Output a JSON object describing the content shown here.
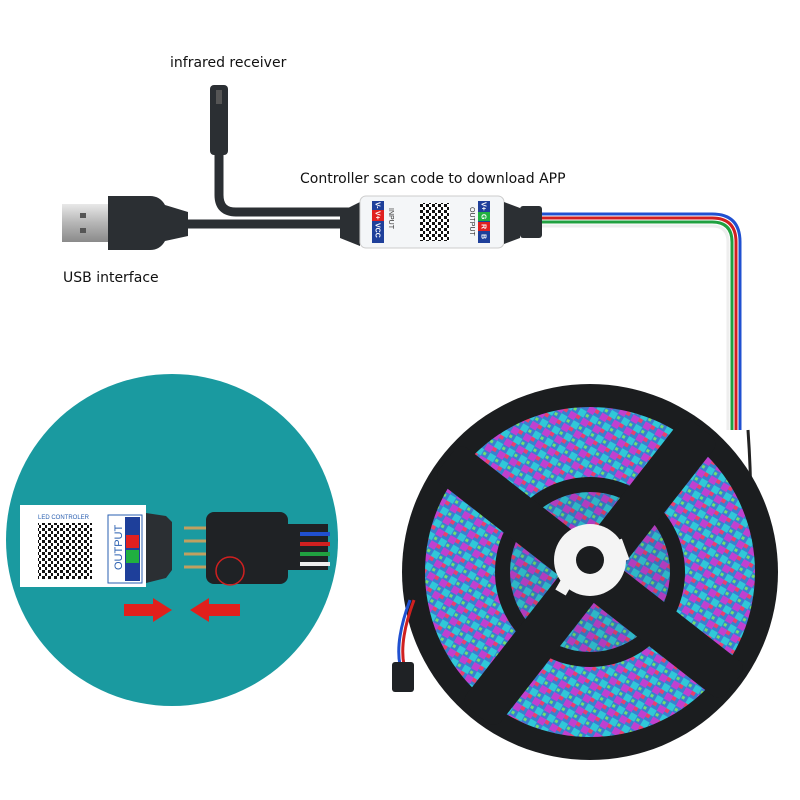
{
  "labels": {
    "infrared_receiver": "infrared receiver",
    "controller": "Controller scan code to download APP",
    "usb": "USB interface"
  },
  "controller_markings": {
    "input": "INPUT",
    "input_pins": [
      "V-",
      "V+",
      "VCC"
    ],
    "output": "OUTPUT",
    "output_pins": [
      "V+",
      "G",
      "R",
      "B"
    ],
    "brand": "LED CONTROLER"
  },
  "colors": {
    "inset_background": "#1a9aa0",
    "cable": "#2b2f33",
    "arrow": "#e0201c",
    "reel": "#1b1d1f"
  },
  "icons": [
    "usb-plug-icon",
    "qr-code-icon",
    "arrow-right-icon",
    "arrow-left-icon",
    "highlight-circle-icon"
  ]
}
